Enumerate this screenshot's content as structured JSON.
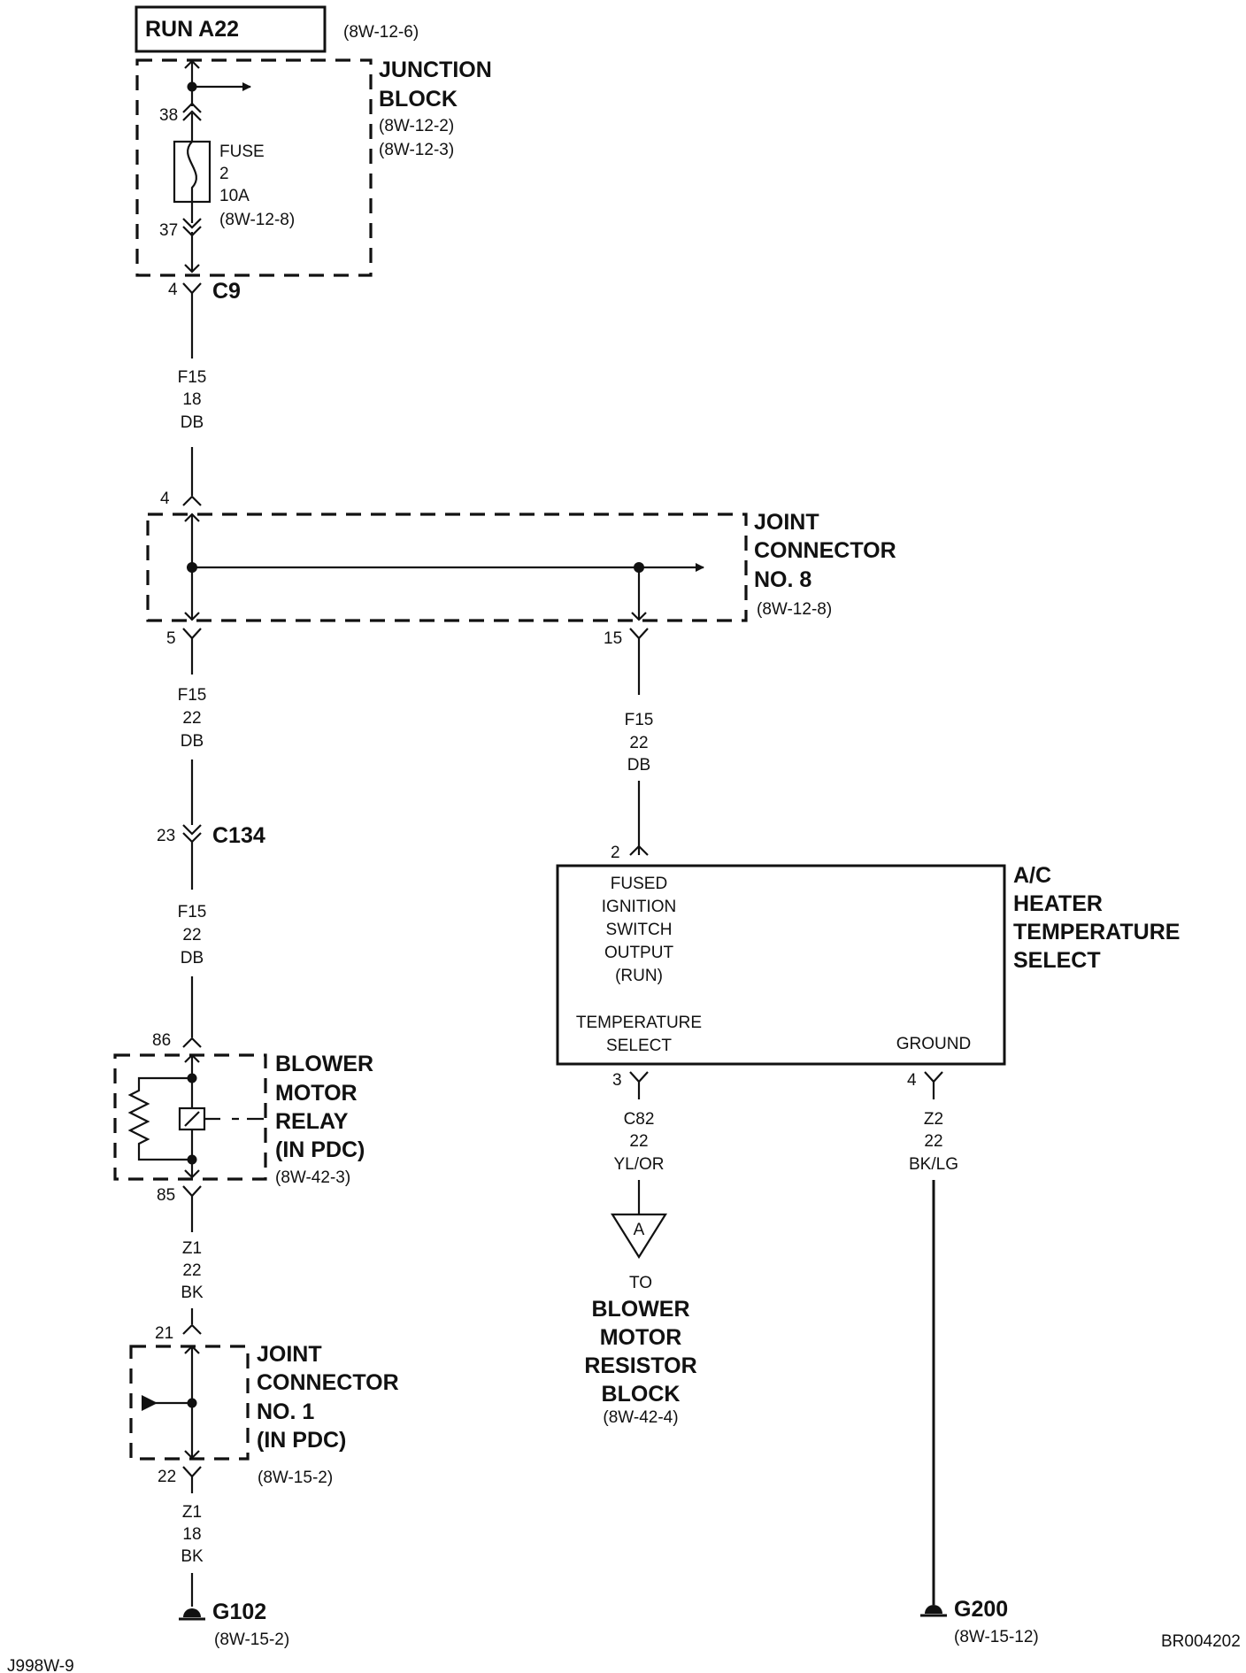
{
  "source": {
    "label": "RUN A22",
    "ref": "(8W-12-6)"
  },
  "junction_block": {
    "title": [
      "JUNCTION",
      "BLOCK"
    ],
    "refs": [
      "(8W-12-2)",
      "(8W-12-3)"
    ],
    "fuse": [
      "FUSE",
      "2",
      "10A",
      "(8W-12-8)"
    ],
    "pin_in": "38",
    "pin_out": "37"
  },
  "c9": {
    "pin": "4",
    "name": "C9"
  },
  "wire_1": [
    "F15",
    "18",
    "DB"
  ],
  "joint_connector_8": {
    "title": [
      "JOINT",
      "CONNECTOR",
      "NO. 8"
    ],
    "ref": "(8W-12-8)",
    "pin_in": "4",
    "pin_left": "5",
    "pin_right": "15"
  },
  "wire_2": [
    "F15",
    "22",
    "DB"
  ],
  "wire_3": [
    "F15",
    "22",
    "DB"
  ],
  "c134": {
    "pin": "23",
    "name": "C134"
  },
  "wire_4": [
    "F15",
    "22",
    "DB"
  ],
  "blower_motor_relay": {
    "title": [
      "BLOWER",
      "MOTOR",
      "RELAY",
      "(IN PDC)"
    ],
    "ref": "(8W-42-3)",
    "pin_in": "86",
    "pin_out": "85"
  },
  "wire_5": [
    "Z1",
    "22",
    "BK"
  ],
  "joint_connector_1": {
    "title": [
      "JOINT",
      "CONNECTOR",
      "NO. 1",
      "(IN PDC)"
    ],
    "ref": "(8W-15-2)",
    "pin_in": "21",
    "pin_out": "22"
  },
  "wire_6": [
    "Z1",
    "18",
    "BK"
  ],
  "g102": {
    "name": "G102",
    "ref": "(8W-15-2)"
  },
  "ac_module": {
    "title": [
      "A/C",
      "HEATER",
      "TEMPERATURE",
      "SELECT"
    ],
    "input_pin": "2",
    "input_label": [
      "FUSED",
      "IGNITION",
      "SWITCH",
      "OUTPUT",
      "(RUN)"
    ],
    "temp_label": [
      "TEMPERATURE",
      "SELECT"
    ],
    "ground_label": "GROUND",
    "temp_pin": "3",
    "ground_pin": "4"
  },
  "wire_7": [
    "C82",
    "22",
    "YL/OR"
  ],
  "wire_8": [
    "Z2",
    "22",
    "BK/LG"
  ],
  "offpage": {
    "letter": "A",
    "to": "TO",
    "dest": [
      "BLOWER",
      "MOTOR",
      "RESISTOR",
      "BLOCK"
    ],
    "ref": "(8W-42-4)"
  },
  "g200": {
    "name": "G200",
    "ref": "(8W-15-12)"
  },
  "page_code": "BR004202",
  "sheet_code": "J998W-9"
}
